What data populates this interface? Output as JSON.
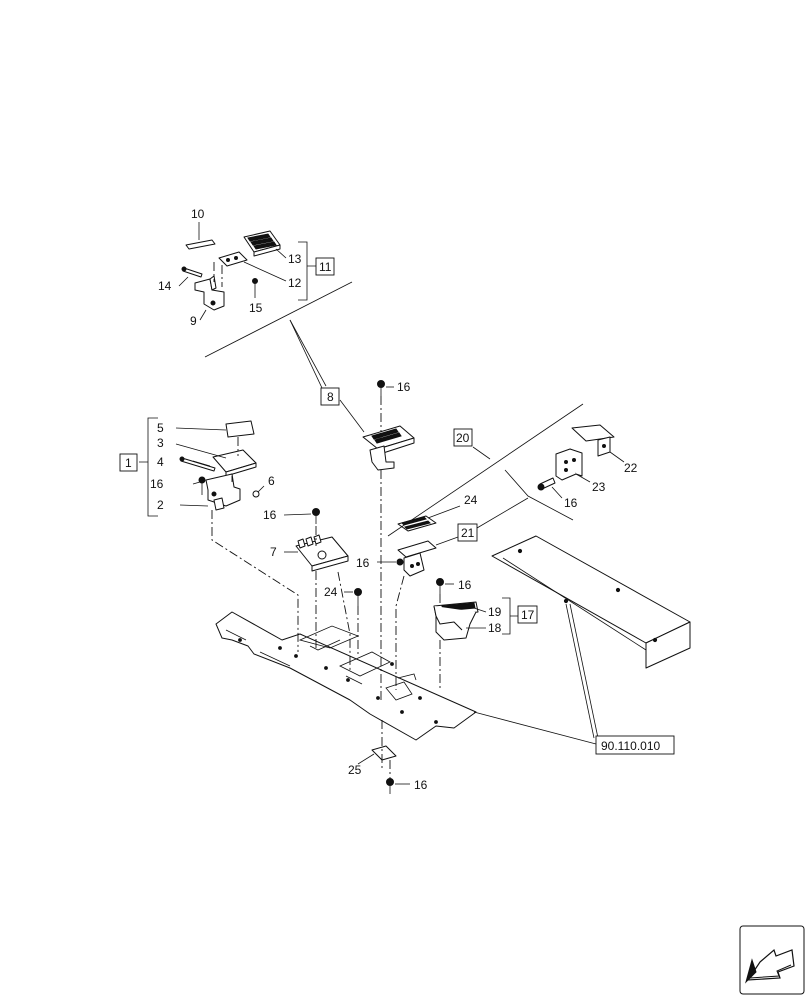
{
  "callouts": {
    "c1": "1",
    "c2": "2",
    "c3": "3",
    "c4": "4",
    "c5": "5",
    "c6": "6",
    "c7": "7",
    "c8": "8",
    "c9": "9",
    "c10": "10",
    "c11": "11",
    "c12": "12",
    "c13": "13",
    "c14": "14",
    "c15": "15",
    "c16": "16",
    "c17": "17",
    "c18": "18",
    "c19": "19",
    "c20": "20",
    "c21": "21",
    "c22": "22",
    "c23": "23",
    "c24": "24",
    "c25": "25"
  },
  "reference": "90.110.010",
  "icons": {
    "nav": "next-page-arrow-icon"
  }
}
